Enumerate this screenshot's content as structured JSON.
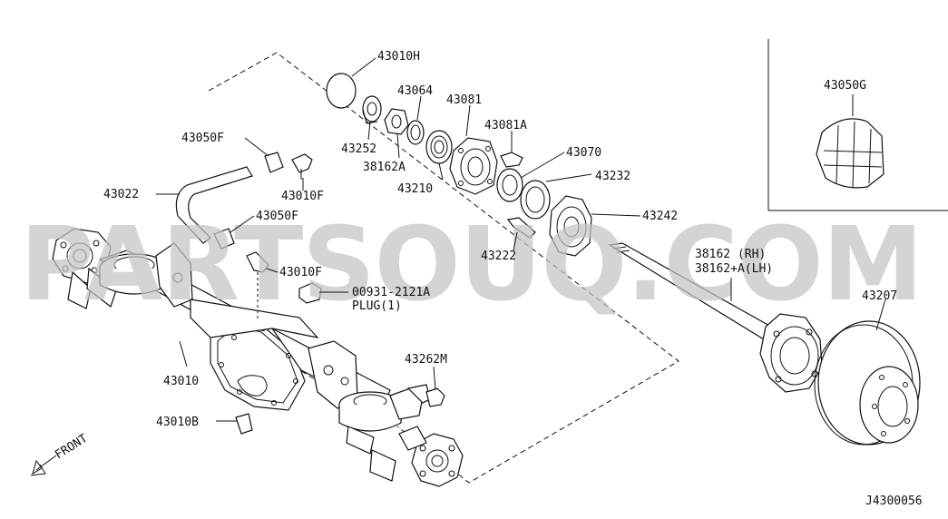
{
  "watermark": "PARTSOUQ.COM",
  "diagram_code": "J4300056",
  "front_label": "FRONT",
  "labels": {
    "l43010H": "43010H",
    "l43064": "43064",
    "l43081": "43081",
    "l43081A": "43081A",
    "l43252": "43252",
    "l38162A": "38162A",
    "l43070": "43070",
    "l43232": "43232",
    "l43210": "43210",
    "l43242": "43242",
    "l43050F_1": "43050F",
    "l43022": "43022",
    "l43010F_1": "43010F",
    "l43050F_2": "43050F",
    "l43010F_2": "43010F",
    "l43222": "43222",
    "l38162RH": "38162  (RH)",
    "l38162LH": "38162+A(LH)",
    "l00931": "00931-2121A",
    "lPlug": "PLUG(1)",
    "l43207": "43207",
    "l43010": "43010",
    "l43262M": "43262M",
    "l43010B": "43010B",
    "l43050G": "43050G"
  }
}
